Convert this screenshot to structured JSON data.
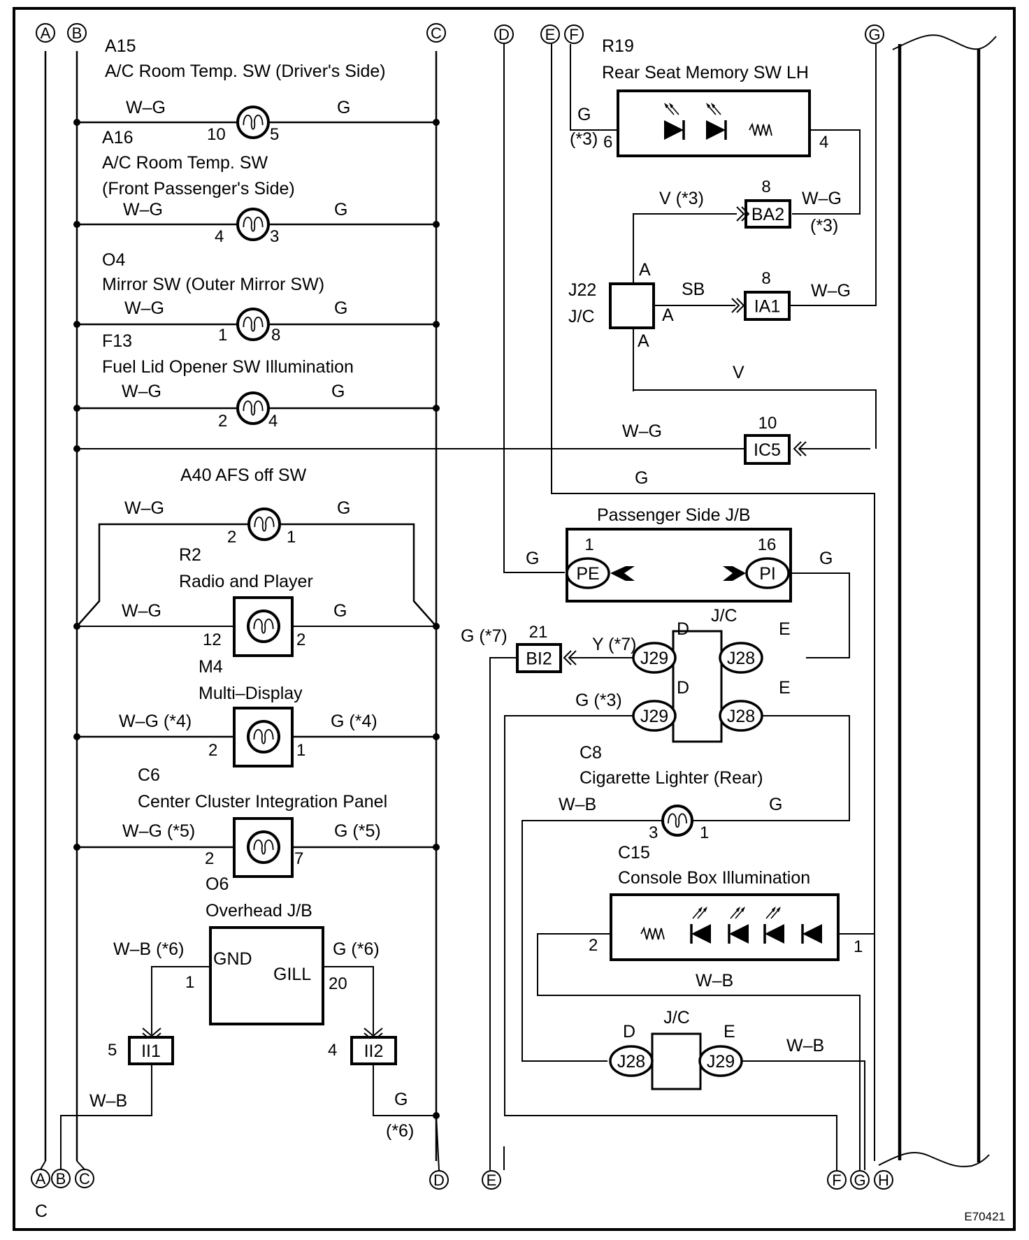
{
  "diagram": {
    "title": "Illumination circuit (continued)",
    "page_marker": "C",
    "figure_id": "E70421",
    "colors": {
      "ink": "#000000",
      "paper": "#ffffff"
    },
    "buses_top": [
      "A",
      "B",
      "C",
      "D",
      "E",
      "F",
      "G"
    ],
    "buses_bottom": [
      "A",
      "B",
      "C",
      "D",
      "E",
      "F",
      "G",
      "H"
    ],
    "components": {
      "a15": {
        "code": "A15",
        "name": "A/C Room Temp. SW (Driver's Side)",
        "wire_in": "W–G",
        "wire_out": "G",
        "pin_in": "10",
        "pin_out": "5"
      },
      "a16": {
        "code": "A16",
        "name_line1": "A/C Room Temp. SW",
        "name_line2": "(Front Passenger's Side)",
        "wire_in": "W–G",
        "wire_out": "G",
        "pin_in": "4",
        "pin_out": "3"
      },
      "o4": {
        "code": "O4",
        "name": "Mirror SW (Outer Mirror SW)",
        "wire_in": "W–G",
        "wire_out": "G",
        "pin_in": "1",
        "pin_out": "8"
      },
      "f13": {
        "code": "F13",
        "name": "Fuel Lid Opener SW Illumination",
        "wire_in": "W–G",
        "wire_out": "G",
        "pin_in": "2",
        "pin_out": "4"
      },
      "a40": {
        "title": "A40 AFS off SW",
        "wire_in": "W–G",
        "wire_out": "G",
        "pin_in": "2",
        "pin_out": "1"
      },
      "r2": {
        "code": "R2",
        "name": "Radio and Player",
        "wire_in": "W–G",
        "wire_out": "G",
        "pin_in": "12",
        "pin_out": "2"
      },
      "m4": {
        "code": "M4",
        "name": "Multi–Display",
        "wire_in": "W–G (*4)",
        "wire_out": "G (*4)",
        "pin_in": "2",
        "pin_out": "1"
      },
      "c6": {
        "code": "C6",
        "name": "Center Cluster Integration Panel",
        "wire_in": "W–G (*5)",
        "wire_out": "G (*5)",
        "pin_in": "2",
        "pin_out": "7"
      },
      "o6": {
        "code": "O6",
        "name": "Overhead J/B",
        "term_left": "GND",
        "term_right": "GILL",
        "wire_left": "W–B (*6)",
        "wire_right": "G (*6)",
        "pin_left": "1",
        "pin_right": "20"
      },
      "ii1": {
        "code": "II1",
        "pin": "5",
        "wire_below": "W–B"
      },
      "ii2": {
        "code": "II2",
        "pin": "4",
        "wire_below": "G",
        "note_below": "(*6)"
      },
      "r19": {
        "code": "R19",
        "name": "Rear Seat Memory SW LH",
        "wire_in": "G",
        "note_in": "(*3)",
        "pin_in": "6",
        "pin_out": "4"
      },
      "ba2": {
        "code": "BA2",
        "pin": "8",
        "wire_in": "V (*3)",
        "wire_out": "W–G",
        "note_out": "(*3)"
      },
      "j22": {
        "code": "J22",
        "type": "J/C",
        "term_top": "A",
        "term_right": "A",
        "term_bottom": "A",
        "wire_right": "SB"
      },
      "ia1": {
        "code": "IA1",
        "pin": "8",
        "wire_out": "W–G"
      },
      "v_wire": {
        "label": "V"
      },
      "ic5": {
        "code": "IC5",
        "pin": "10",
        "wire_in": "W–G"
      },
      "e_wire": {
        "label": "G"
      },
      "passenger_jb": {
        "name": "Passenger Side J/B",
        "left_conn": "PE",
        "left_pin": "1",
        "right_conn": "PI",
        "right_pin": "16",
        "wire_left": "G",
        "wire_right": "G"
      },
      "jc_upper": {
        "type": "J/C",
        "left_term": "D",
        "right_term": "E",
        "conns_left": [
          "J29",
          "J29"
        ],
        "conns_right": [
          "J28",
          "J28"
        ]
      },
      "bi2": {
        "code": "BI2",
        "pin": "21",
        "wire_left": "G (*7)",
        "wire_right": "Y (*7)"
      },
      "g3_wire": {
        "label": "G (*3)"
      },
      "c8": {
        "code": "C8",
        "name": "Cigarette Lighter (Rear)",
        "wire_in": "W–B",
        "wire_out": "G",
        "pin_in": "3",
        "pin_out": "1"
      },
      "c15": {
        "code": "C15",
        "name": "Console Box Illumination",
        "pin_left": "2",
        "pin_right": "1",
        "wire_below": "W–B"
      },
      "jc_lower": {
        "type": "J/C",
        "left_term": "D",
        "right_term": "E",
        "conn_left": "J28",
        "conn_right": "J29",
        "wire_right": "W–B"
      }
    }
  }
}
